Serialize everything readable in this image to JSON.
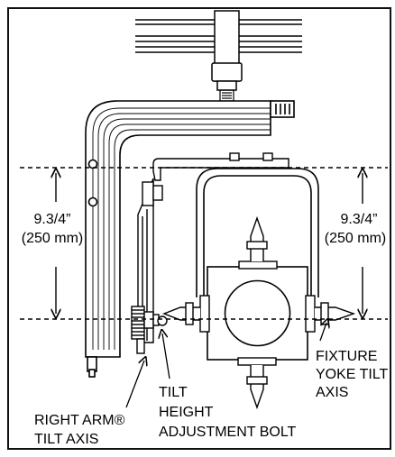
{
  "labels": {
    "left_dim_imperial": "9.3/4”",
    "left_dim_metric": "(250 mm)",
    "right_dim_imperial": "9.3/4”",
    "right_dim_metric": "(250 mm)",
    "fixture_yoke_line1": "FIXTURE",
    "fixture_yoke_line2": "YOKE TILT",
    "fixture_yoke_line3": "AXIS",
    "tilt_height_line1": "TILT",
    "tilt_height_line2": "HEIGHT",
    "tilt_height_line3": "ADJUSTMENT BOLT",
    "right_arm_line1": "RIGHT ARM®",
    "right_arm_line2": "TILT AXIS"
  },
  "colors": {
    "ink": "#000000",
    "background": "#ffffff"
  }
}
